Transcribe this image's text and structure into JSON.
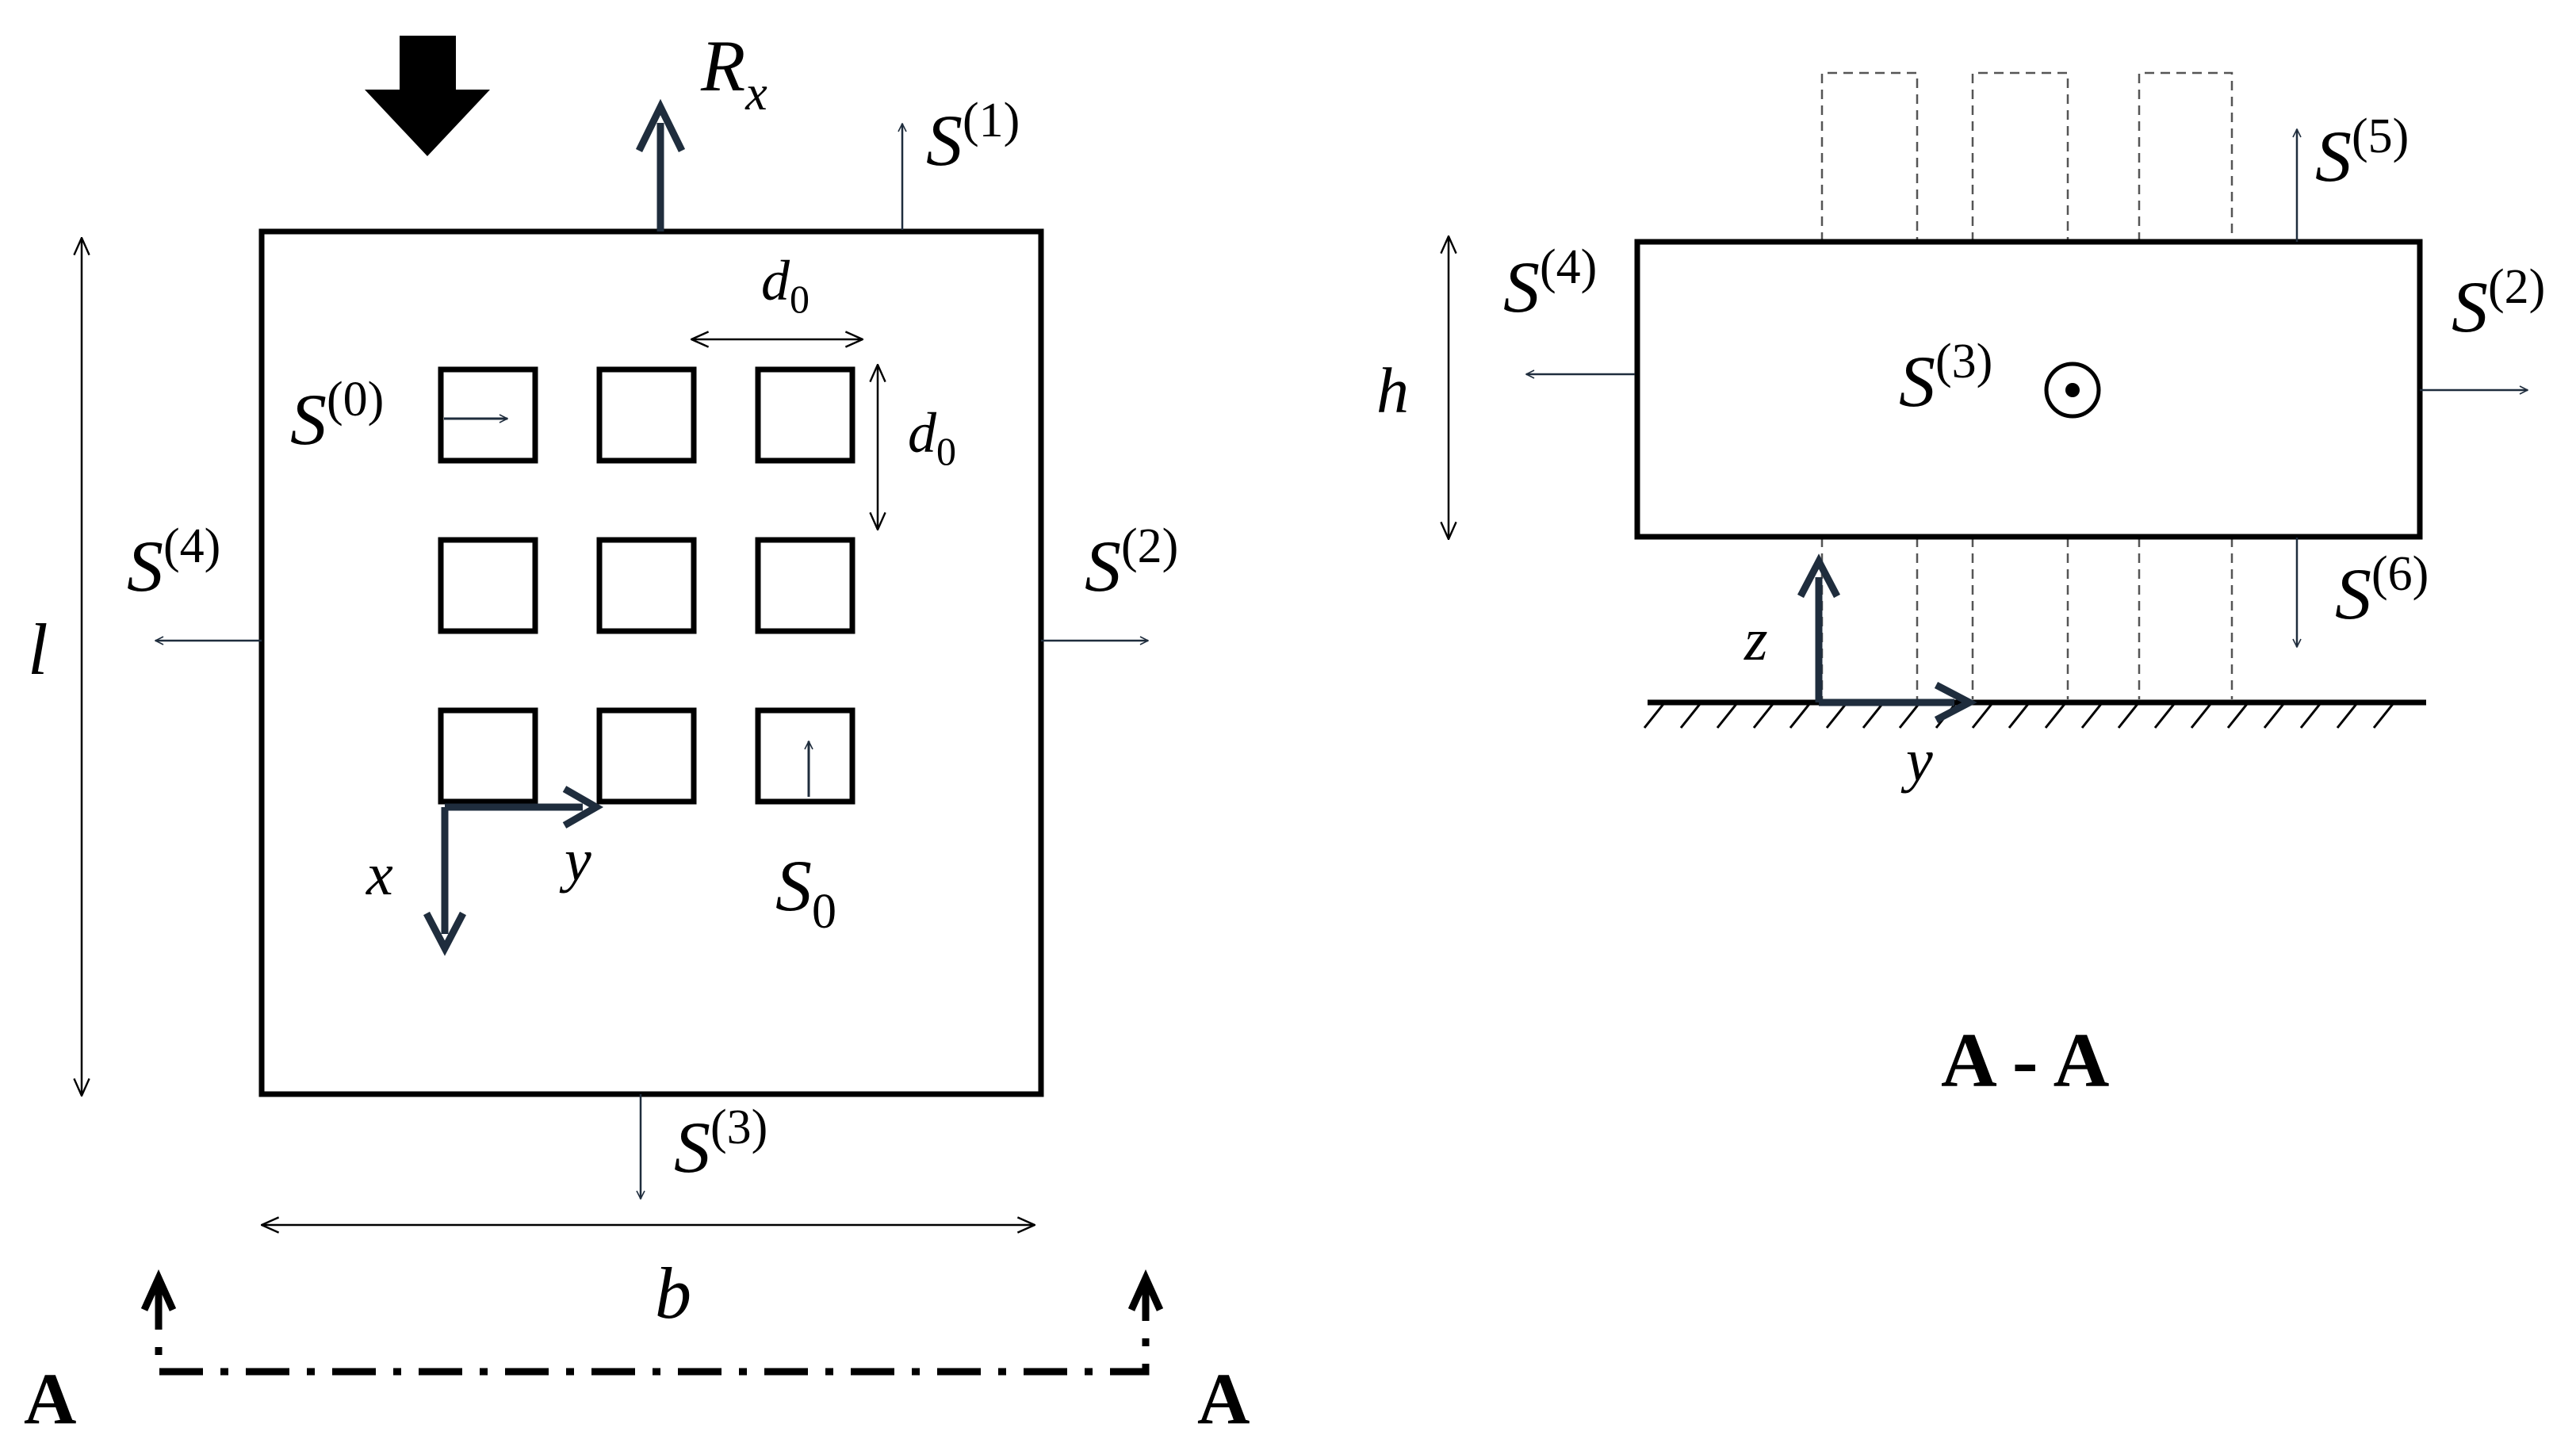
{
  "colors": {
    "outline": "#000000",
    "vector": "#1f2d3d",
    "dashed": "#555555",
    "background": "#ffffff"
  },
  "icons": {
    "load": "filled-down-arrow-icon",
    "normal_out": "circle-dot-icon",
    "ground": "hatched-ground-icon"
  },
  "left_view": {
    "reaction": {
      "main": "R",
      "sub": "x"
    },
    "s1": {
      "main": "S",
      "sup": "(1)"
    },
    "s0_label": {
      "main": "S",
      "sup": "(0)"
    },
    "s4": {
      "main": "S",
      "sup": "(4)"
    },
    "s2": {
      "main": "S",
      "sup": "(2)"
    },
    "s3": {
      "main": "S",
      "sup": "(3)"
    },
    "s0_sub": {
      "main": "S",
      "sub": "0"
    },
    "d0_horizontal": {
      "main": "d",
      "sub": "0"
    },
    "d0_vertical": {
      "main": "d",
      "sub": "0"
    },
    "x_axis": "x",
    "y_axis": "y",
    "length": "l",
    "width": "b",
    "section_left": "A",
    "section_right": "A"
  },
  "right_view": {
    "s4": {
      "main": "S",
      "sup": "(4)"
    },
    "s5": {
      "main": "S",
      "sup": "(5)"
    },
    "s2": {
      "main": "S",
      "sup": "(2)"
    },
    "s3": {
      "main": "S",
      "sup": "(3)"
    },
    "s6": {
      "main": "S",
      "sup": "(6)"
    },
    "height": "h",
    "z_axis": "z",
    "y_axis": "y",
    "section_title": "A - A"
  }
}
